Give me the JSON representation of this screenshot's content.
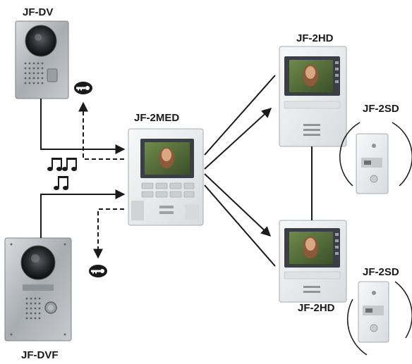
{
  "labels": {
    "door_station_top": "JF-DV",
    "door_station_bottom": "JF-DVF",
    "master_station": "JF-2MED",
    "sub_station_top": "JF-2HD",
    "sub_station_bottom": "JF-2HD",
    "speaker_top": "JF-2SD",
    "speaker_bottom": "JF-2SD"
  },
  "icons": {
    "door_release": "key-icon",
    "chime_double": "double-music-note-icon",
    "chime_single": "music-note-icon",
    "arrow": "arrow-icon"
  },
  "colors": {
    "line": "#1a1a1a",
    "panel_silver": "#b9bdc1",
    "monitor_white": "#eef0f1",
    "screen_bezel": "#3a3f45"
  }
}
